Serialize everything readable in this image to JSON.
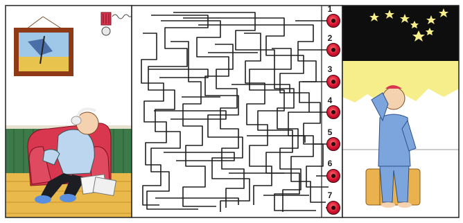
{
  "puzzle": {
    "terminals": [
      {
        "label": "1"
      },
      {
        "label": "2"
      },
      {
        "label": "3"
      },
      {
        "label": "4"
      },
      {
        "label": "5"
      },
      {
        "label": "6"
      },
      {
        "label": "7"
      }
    ]
  },
  "colors": {
    "wall_green": "#3d7a4a",
    "floor": "#e9b94c",
    "armchair": "#d8374f",
    "sky": "#0e0e0e",
    "city_yellow": "#f6ee8a",
    "pajamas": "#7ba5dc",
    "suitcase": "#e9b24e",
    "terminal_red": "#d10f2f",
    "wire": "#1e1e1e"
  },
  "icons": [
    "bell-icon",
    "star-icon",
    "terminal-icon"
  ]
}
